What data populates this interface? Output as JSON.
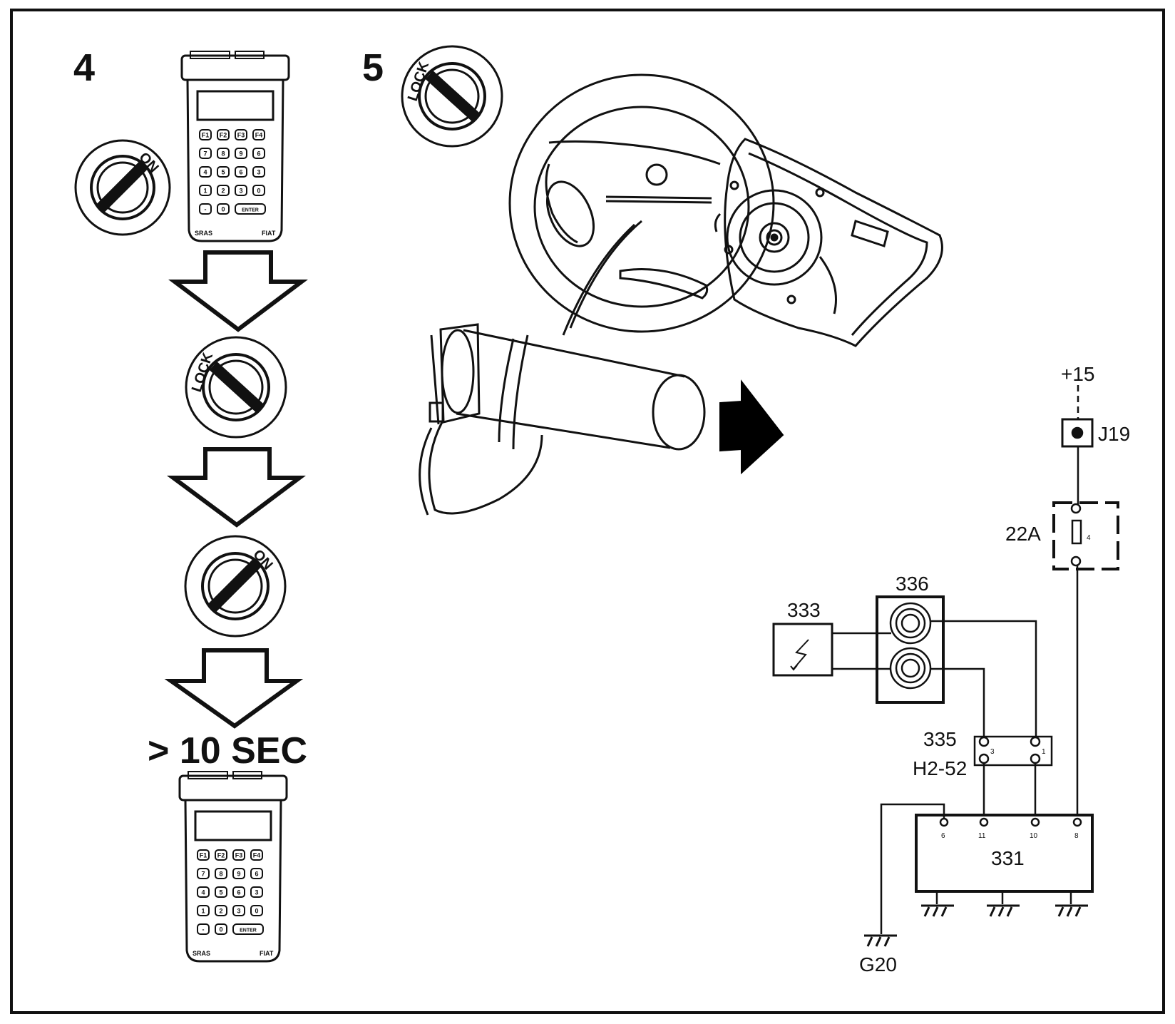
{
  "steps": {
    "step4_number": "4",
    "step5_number": "5",
    "duration_label": "> 10 SEC"
  },
  "key_positions": {
    "on": "ON",
    "lock": "LOCK"
  },
  "tester": {
    "left_brand": "SRAS",
    "right_brand": "FIAT",
    "keys": [
      "F1",
      "F2",
      "F3",
      "F4",
      "7",
      "8",
      "9",
      "6",
      "4",
      "5",
      "6",
      "3",
      "1",
      "2",
      "3",
      "0",
      "-",
      "0",
      "ENTER"
    ]
  },
  "schematic": {
    "supply": "+15",
    "connector_j19": "J19",
    "fuse_box": "22A",
    "fuse_number": "4",
    "component_333": "333",
    "component_336": "336",
    "connector_335": "335",
    "connector_h2": "H2-52",
    "connector_pin_left": "3",
    "connector_pin_right": "1",
    "ecu": "331",
    "ecu_pins": [
      "6",
      "11",
      "10",
      "8"
    ],
    "ground": "G20"
  },
  "colors": {
    "ink": "#111111",
    "paper": "#ffffff",
    "arrow_fill": "#000000"
  }
}
